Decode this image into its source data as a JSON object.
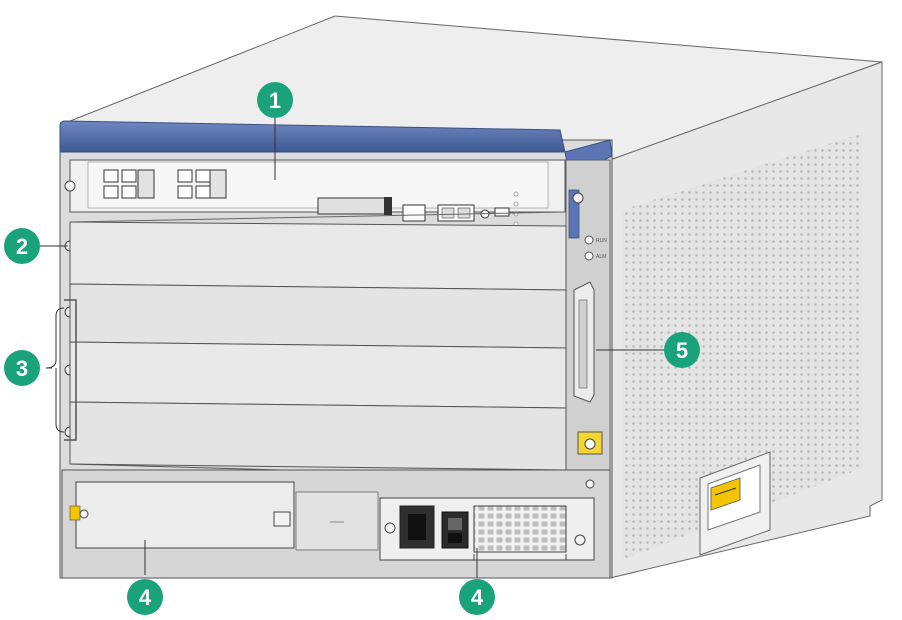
{
  "callouts": [
    {
      "id": "callout-1",
      "label": "1"
    },
    {
      "id": "callout-2",
      "label": "2"
    },
    {
      "id": "callout-3",
      "label": "3"
    },
    {
      "id": "callout-4a",
      "label": "4"
    },
    {
      "id": "callout-4b",
      "label": "4"
    },
    {
      "id": "callout-5",
      "label": "5"
    }
  ],
  "colors": {
    "callout_fill": "#1aa37a",
    "chassis_top": "#ececec",
    "chassis_front": "#d8d8d8",
    "chassis_side": "#e6e6e6",
    "blue_strip": "#4f6aa8",
    "outline": "#444444"
  }
}
